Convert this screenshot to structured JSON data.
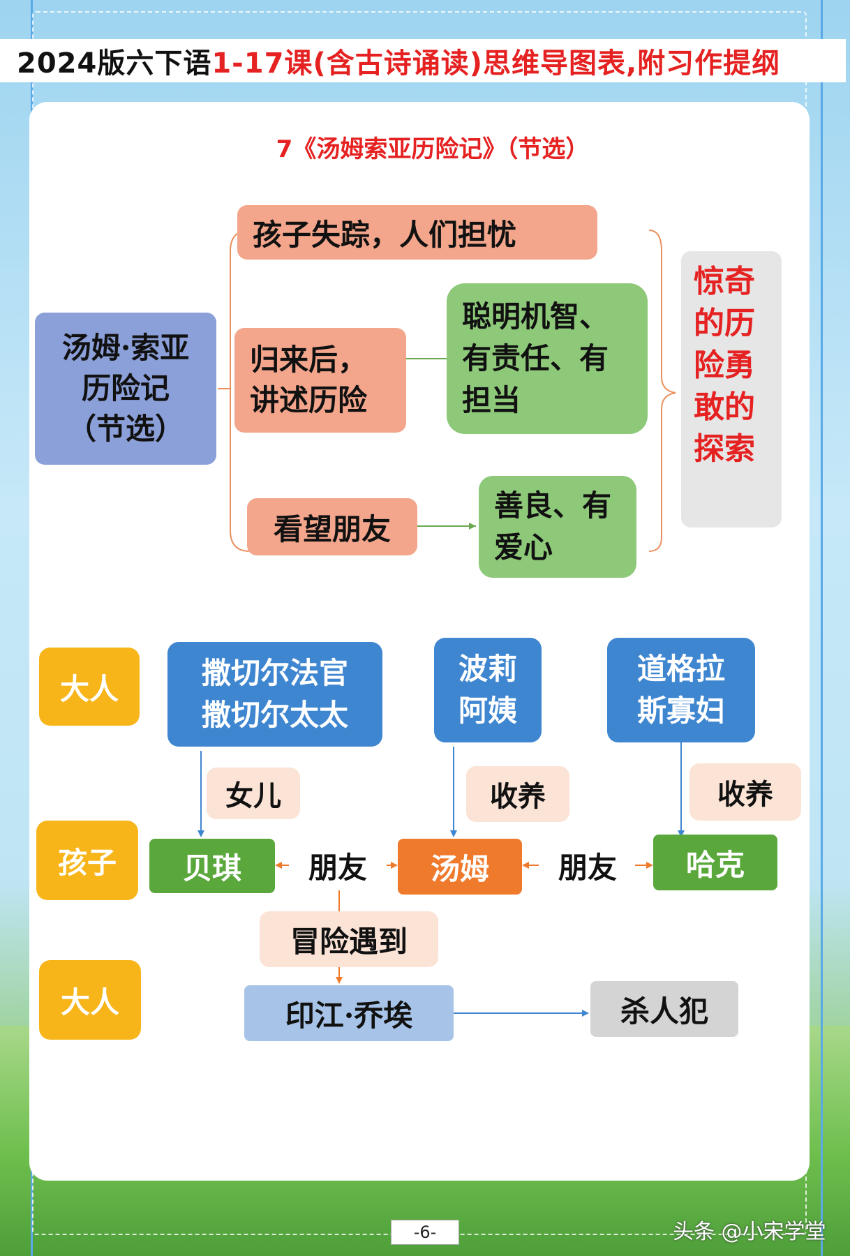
{
  "header": {
    "title_black": "2024版六下语",
    "title_red": "1-17课(含古诗诵读)思维导图表,附习作提纲"
  },
  "lesson_title": "7《汤姆索亚历险记》（节选）",
  "mind_map": {
    "root": "汤姆·索亚历险记（节选）",
    "branches": [
      {
        "label": "孩子失踪，人们担忧"
      },
      {
        "label": "归来后，讲述历险",
        "trait": "聪明机智、有责任、有担当"
      },
      {
        "label": "看望朋友",
        "trait": "善良、有爱心"
      }
    ],
    "summary": "惊奇的历险勇敢的探索"
  },
  "relations": {
    "row_labels": {
      "adult_top": "大人",
      "child": "孩子",
      "adult_bottom": "大人"
    },
    "adults": [
      "撒切尔法官撒切尔太太",
      "波莉阿姨",
      "道格拉斯寡妇"
    ],
    "edge_labels": {
      "daughter": "女儿",
      "adopt1": "收养",
      "adopt2": "收养",
      "friend1": "朋友",
      "friend2": "朋友",
      "adventure": "冒险遇到"
    },
    "children": [
      "贝琪",
      "汤姆",
      "哈克"
    ],
    "villain": "印江·乔埃",
    "villain_role": "杀人犯"
  },
  "footer": {
    "page": "-6-",
    "watermark": "头条 @小宋学堂"
  }
}
